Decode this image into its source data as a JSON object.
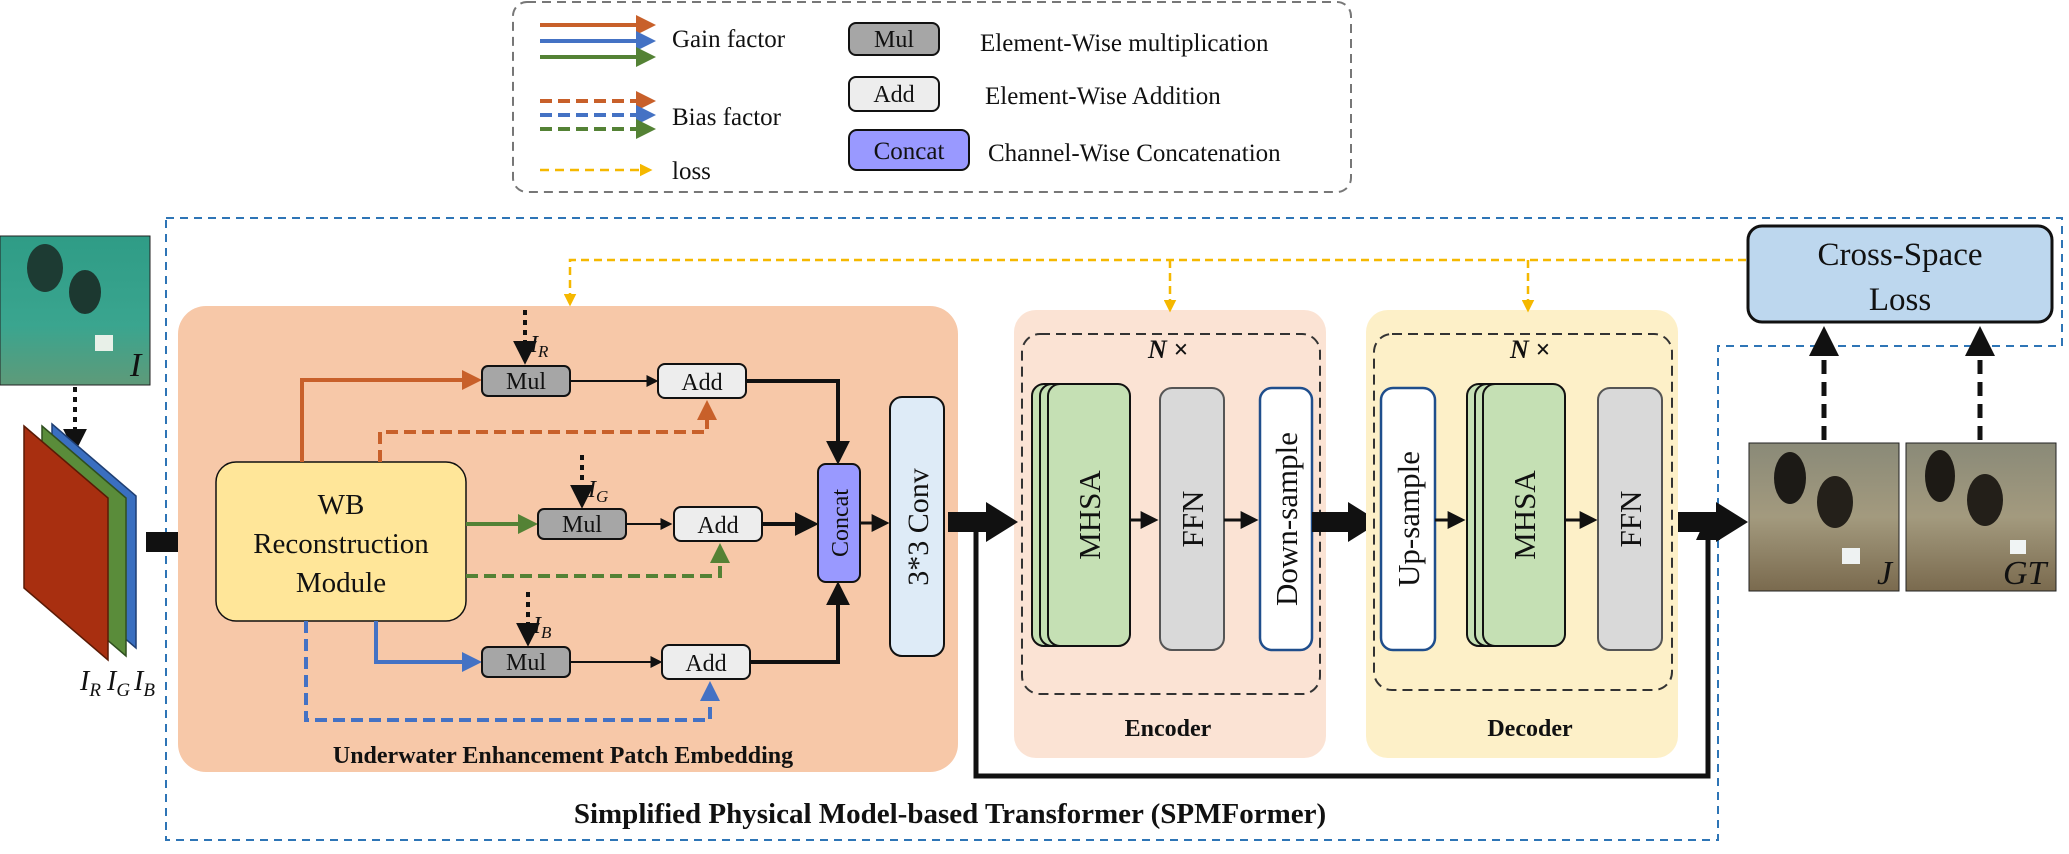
{
  "legend": {
    "gain_label": "Gain factor",
    "bias_label": "Bias factor",
    "loss_label": "loss",
    "mul_box": "Mul",
    "mul_desc": "Element-Wise multiplication",
    "add_box": "Add",
    "add_desc": "Element-Wise Addition",
    "concat_box": "Concat",
    "concat_desc": "Channel-Wise Concatenation"
  },
  "colors": {
    "red_channel": "#c8602a",
    "blue_channel": "#4472c4",
    "green_channel": "#548235",
    "loss_line": "#f5b800",
    "frame_dashed": "#2e75b6",
    "patch_bg": "#f7c8a8",
    "encoder_bg": "#fbe3d4",
    "decoder_bg": "#fdf0c8",
    "wb_box": "#ffe699",
    "mhsa_box": "#c5e0b4",
    "ffn_box": "#d9d9d9",
    "concat_box": "#9999ff",
    "conv_box": "#deebf7",
    "loss_box": "#bdd7ee"
  },
  "input": {
    "image_label": "I",
    "channel_labels": [
      {
        "base": "I",
        "sub": "R"
      },
      {
        "base": "I",
        "sub": "G"
      },
      {
        "base": "I",
        "sub": "B"
      }
    ]
  },
  "patch_embedding": {
    "title": "Underwater Enhancement Patch Embedding",
    "wb_lines": [
      "WB",
      "Reconstruction",
      "Module"
    ],
    "mul_label": "Mul",
    "add_label": "Add",
    "concat_label": "Concat",
    "injected": [
      {
        "base": "I",
        "sub": "R"
      },
      {
        "base": "I",
        "sub": "G"
      },
      {
        "base": "I",
        "sub": "B"
      }
    ]
  },
  "conv_label": "3*3 Conv",
  "encoder": {
    "title": "Encoder",
    "repeat": "N ×",
    "mhsa": "MHSA",
    "ffn": "FFN",
    "downsample": "Down-sample"
  },
  "decoder": {
    "title": "Decoder",
    "repeat": "N ×",
    "upsample": "Up-sample",
    "mhsa": "MHSA",
    "ffn": "FFN"
  },
  "loss": {
    "lines": [
      "Cross-Space",
      "Loss"
    ]
  },
  "outputs": {
    "output_label": "J",
    "gt_label": "GT"
  },
  "main_title": "Simplified Physical Model-based Transformer  (SPMFormer)"
}
